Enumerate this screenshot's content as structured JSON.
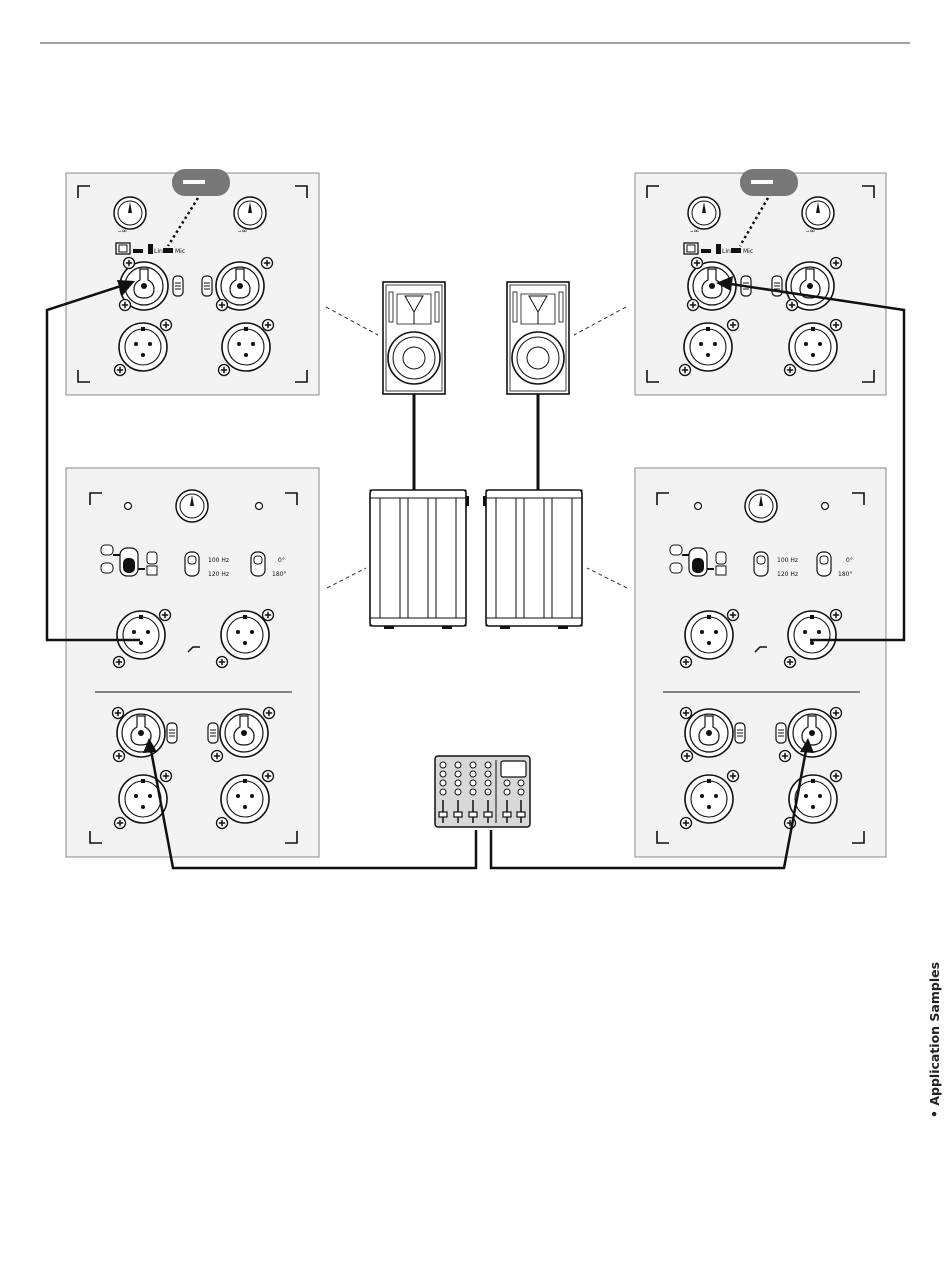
{
  "side_tab": {
    "text": "• Application Samples"
  },
  "top_panel": {
    "min_label": "–∞",
    "switch_labels": {
      "line": "Line",
      "mic": "Mic"
    }
  },
  "sub_panel": {
    "crossover": {
      "high": "100 Hz",
      "low": "120 Hz"
    },
    "phase": {
      "normal": "0°",
      "inverted": "180°"
    }
  },
  "colors": {
    "line": "#111111",
    "panel_fill": "#f3f3f3",
    "panel_stroke": "#8a8a8a",
    "mixer_fill": "#d8d8d8"
  }
}
